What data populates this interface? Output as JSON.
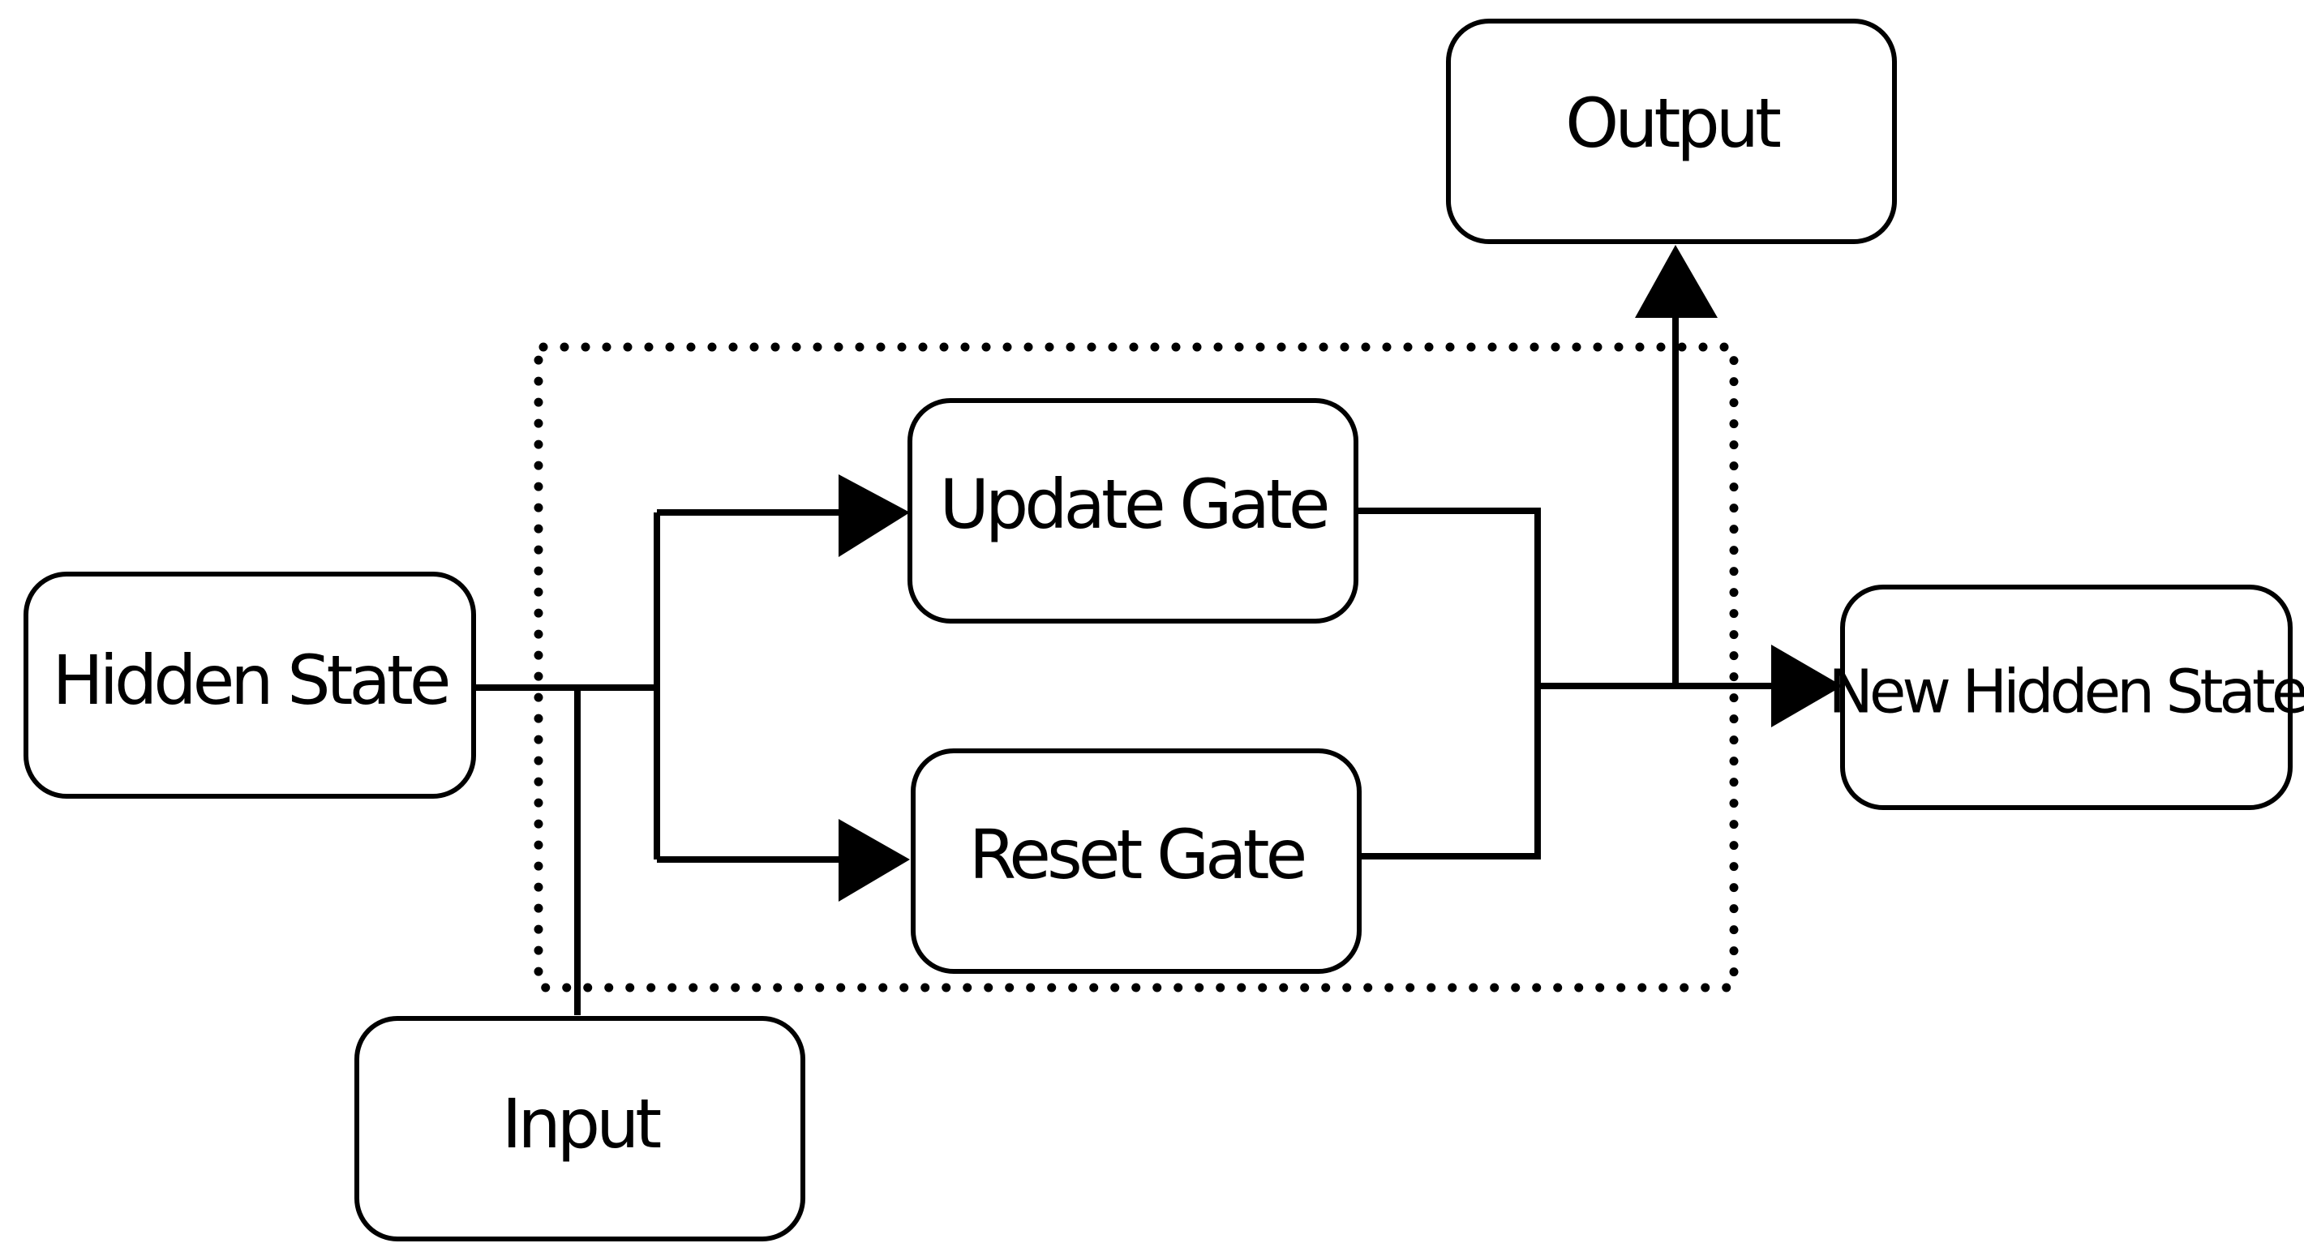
{
  "nodes": {
    "hidden_state": "Hidden State",
    "input": "Input",
    "update_gate": "Update Gate",
    "reset_gate": "Reset Gate",
    "output": "Output",
    "new_hidden_state": "New Hidden State"
  },
  "colors": {
    "stroke": "#000000",
    "fill": "#ffffff"
  }
}
